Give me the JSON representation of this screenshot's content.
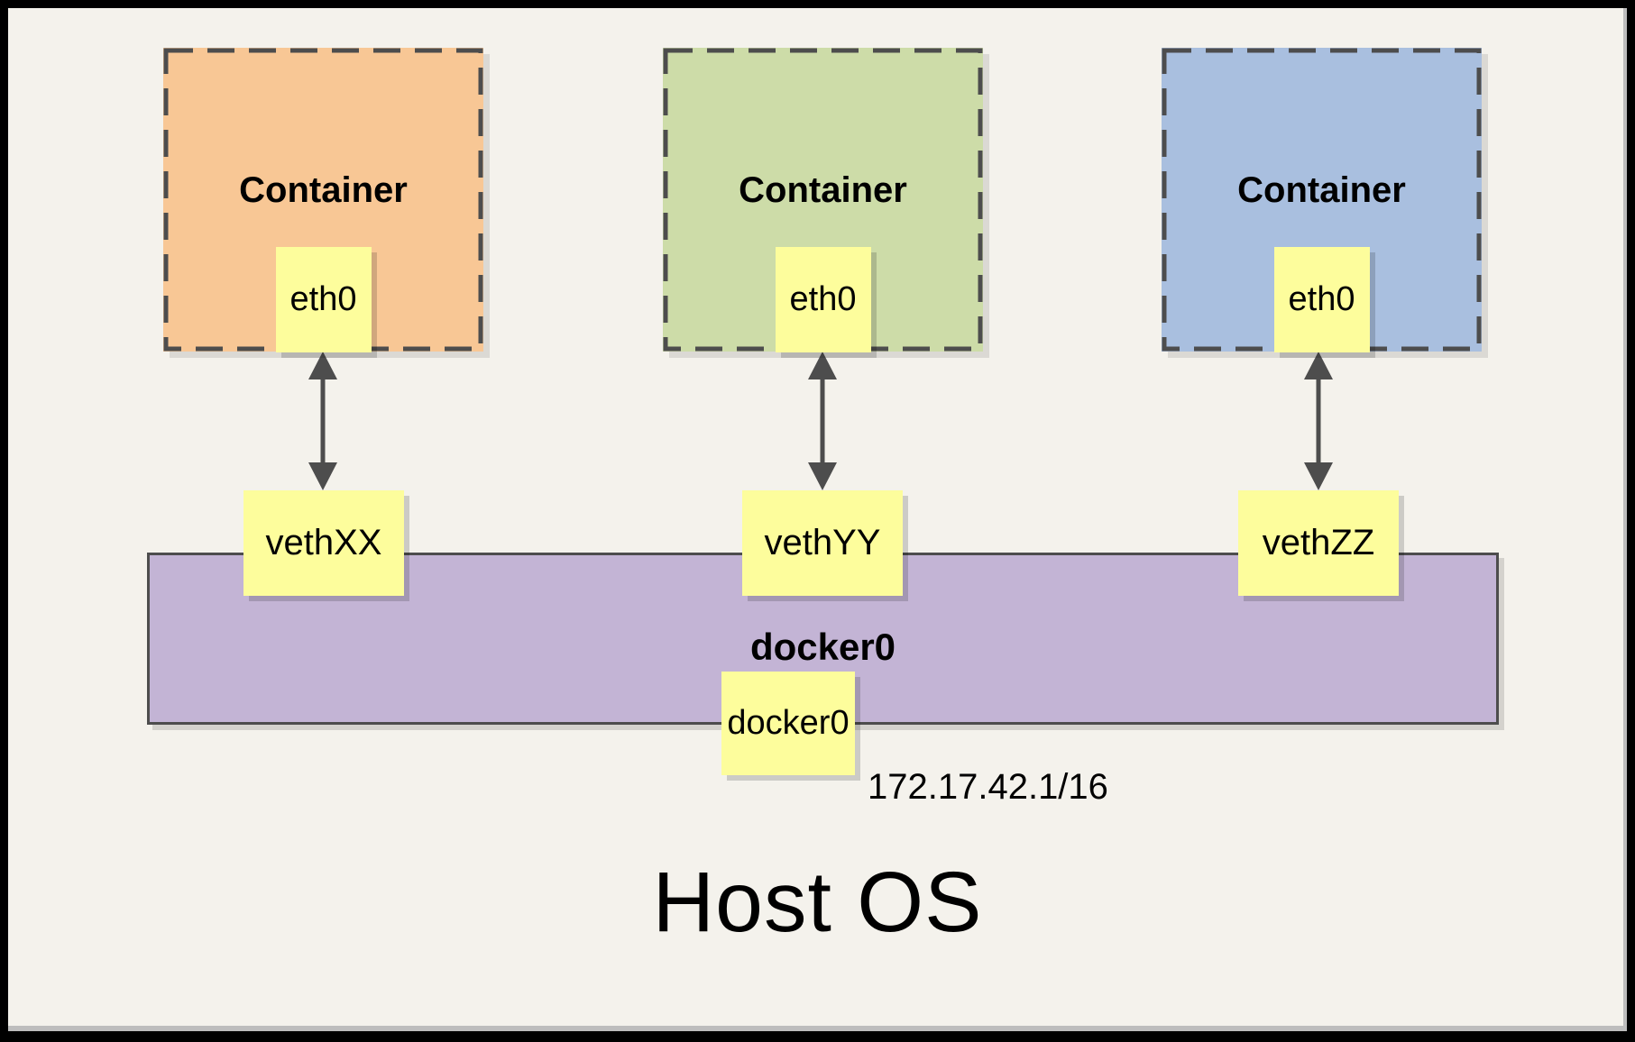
{
  "containers": [
    {
      "label": "Container",
      "eth_label": "eth0",
      "veth_label": "vethXX",
      "fill": "#F8C795"
    },
    {
      "label": "Container",
      "eth_label": "eth0",
      "veth_label": "vethYY",
      "fill": "#CDDCA8"
    },
    {
      "label": "Container",
      "eth_label": "eth0",
      "veth_label": "vethZZ",
      "fill": "#A9BFDF"
    }
  ],
  "bridge": {
    "label": "docker0",
    "interface_label": "docker0",
    "ip": "172.17.42.1/16",
    "fill": "#C3B4D5"
  },
  "host_label": "Host OS",
  "colors": {
    "background": "#F4F2EC",
    "note_fill": "#FDFD9C",
    "line": "#4D4D4D",
    "frame": "#000000"
  }
}
